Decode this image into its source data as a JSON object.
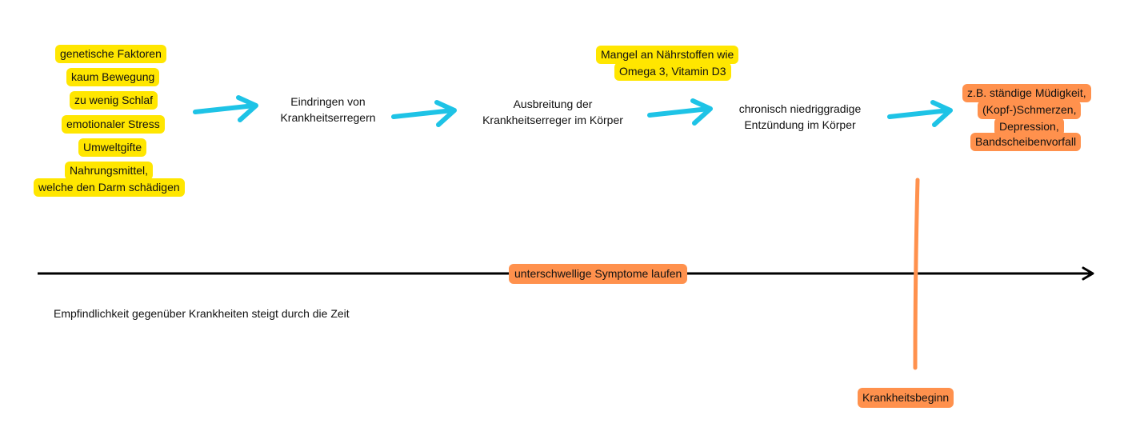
{
  "causes": [
    "genetische Faktoren",
    "kaum Bewegung",
    "zu wenig Schlaf",
    "emotionaler Stress",
    "Umweltgifte",
    "Nahrungsmittel,",
    "welche den Darm schädigen"
  ],
  "steps": {
    "step1": [
      "Eindringen von",
      "Krankheitserregern"
    ],
    "step2": [
      "Ausbreitung der",
      "Krankheitserreger im Körper"
    ],
    "step3": [
      "chronisch niedriggradige",
      "Entzündung im Körper"
    ]
  },
  "nutrient_note": [
    "Mangel an Nährstoffen wie",
    "Omega 3, Vitamin D3"
  ],
  "symptoms": [
    "z.B. ständige Müdigkeit,",
    "(Kopf-)Schmerzen,",
    "Depression,",
    "Bandscheibenvorfall"
  ],
  "timeline": {
    "label": "unterschwellige Symptome laufen",
    "caption": "Empfindlichkeit gegenüber Krankheiten steigt durch die Zeit",
    "onset_label": "Krankheitsbeginn"
  },
  "colors": {
    "highlight_yellow": "#ffe600",
    "highlight_orange": "#ff914d",
    "arrow_cyan": "#1ec3e6",
    "timeline_black": "#000000"
  }
}
